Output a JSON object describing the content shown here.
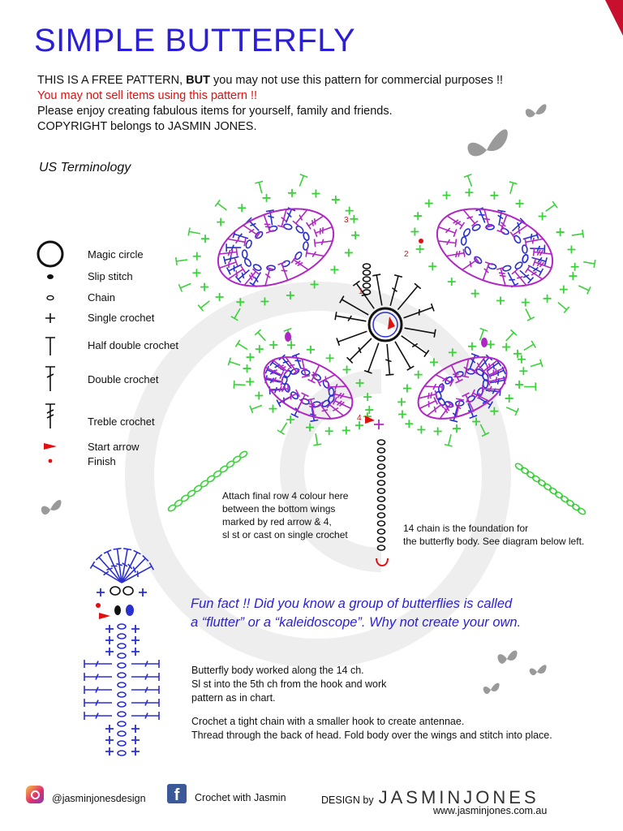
{
  "title": "SIMPLE BUTTERFLY",
  "intro": {
    "line1_a": "THIS IS A FREE PATTERN, ",
    "line1_b": "BUT",
    "line1_c": " you may not use this pattern for commercial purposes !!",
    "line2": "You may not sell items using this pattern !!",
    "line3": "Please enjoy creating fabulous items for yourself, family and friends.",
    "line4": "COPYRIGHT belongs to JASMIN JONES."
  },
  "terminology": "US Terminology",
  "legend": [
    {
      "symbol": "magic-circle-icon",
      "label": "Magic circle"
    },
    {
      "symbol": "slip-stitch-icon",
      "label": "Slip stitch"
    },
    {
      "symbol": "chain-icon",
      "label": "Chain"
    },
    {
      "symbol": "single-crochet-icon",
      "label": "Single crochet"
    },
    {
      "symbol": "half-double-crochet-icon",
      "label": "Half double crochet"
    },
    {
      "symbol": "double-crochet-icon",
      "label": "Double crochet"
    },
    {
      "symbol": "treble-crochet-icon",
      "label": "Treble crochet"
    },
    {
      "symbol": "start-arrow-icon",
      "label": "Start arrow"
    },
    {
      "symbol": "finish-icon",
      "label": "Finish"
    }
  ],
  "round_markers": [
    "1",
    "2",
    "3",
    "4"
  ],
  "notes": {
    "attach_final_row": [
      "Attach final row 4 colour here",
      "between the bottom wings",
      "marked by red arrow & 4,",
      "sl st or cast on single crochet"
    ],
    "foundation": [
      "14 chain is the foundation for",
      "the butterfly body. See diagram below left."
    ]
  },
  "fun_fact": [
    "Fun fact !! Did you know a group of butterflies is called",
    "a “flutter” or a “kaleidoscope”. Why not create your own."
  ],
  "body_notes": {
    "p1": [
      "Butterfly body worked along the 14 ch.",
      "Sl st into the 5th ch from the hook and work",
      "pattern as in chart."
    ],
    "p2": [
      "Crochet a tight chain with a smaller hook to create antennae.",
      "Thread through the back of head. Fold body over the wings and stitch into place."
    ]
  },
  "footer": {
    "instagram": "@jasminjonesdesign",
    "facebook": "Crochet with Jasmin",
    "design_by": "DESIGN by",
    "brand": "JASMINJONES",
    "website": "www.jasminjones.com.au"
  },
  "colors": {
    "title_blue": "#2a1fd6",
    "warning_red": "#e01010",
    "round1_black": "#111111",
    "round2_blue": "#2a2fd0",
    "round3_magenta": "#b026c4",
    "round4_green": "#3bd13b",
    "arrow_red": "#e01010",
    "watermark_gray": "#ededed"
  }
}
